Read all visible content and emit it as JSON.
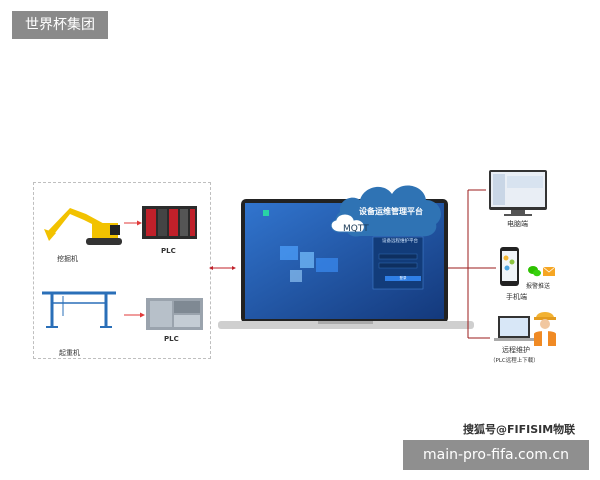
{
  "header": {
    "brand": "世界杯集团"
  },
  "footer": {
    "watermark": "搜狐号@FIFISIM物联",
    "domain": "main-pro-fifa.com.cn"
  },
  "left_panel": {
    "excavator_label": "挖掘机",
    "crane_label": "起重机",
    "plc_label_1": "PLC",
    "plc_label_2": "PLC"
  },
  "center": {
    "cloud_label": "设备运维管理平台",
    "mqtt_label": "MQTT",
    "screen_title": "设备远程维护平台",
    "login_button": "登录"
  },
  "right_panel": {
    "computer_label": "电脑端",
    "alarm_label": "报警推送",
    "mobile_label": "手机端",
    "remote_label": "远程维护",
    "remote_sub_label": "（PLC远程上下载）"
  },
  "colors": {
    "badge_bg": "#8a8a8a",
    "arrow": "#e03a3a",
    "connector": "#9b1b1b",
    "cloud": "#2f73b4",
    "excavator": "#f2c200",
    "crane": "#2a6fb8"
  },
  "icons": {
    "excavator": "excavator-icon",
    "crane": "crane-icon",
    "plc": "plc-icon",
    "laptop": "laptop-icon",
    "cloud": "cloud-icon",
    "monitor": "monitor-icon",
    "phone": "phone-icon",
    "wechat": "wechat-icon",
    "mail": "mail-icon",
    "worker": "worker-icon"
  }
}
